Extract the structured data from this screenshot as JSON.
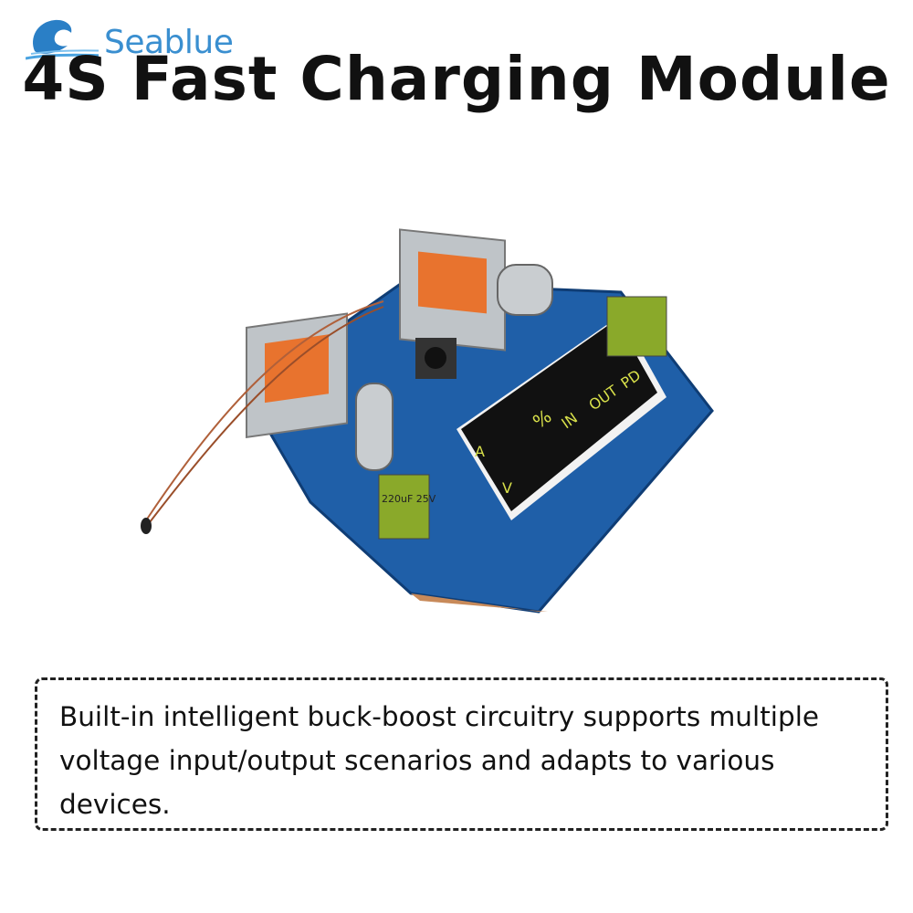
{
  "brand": {
    "name": "Seablue"
  },
  "title": "4S Fast Charging Module",
  "product": {
    "display_labels": {
      "in": "IN",
      "out": "OUT",
      "pd": "PD",
      "percent": "%",
      "amps": "A",
      "volts": "V"
    },
    "capacitor_label": "220uF 25V",
    "pcb_colors": {
      "board": "#1f5fa8",
      "port_orange": "#e8732e",
      "display": "#111111",
      "segments": "#d8e04a"
    }
  },
  "description": "Built-in intelligent buck-boost circuitry supports multiple voltage input/output scenarios and adapts to various devices."
}
